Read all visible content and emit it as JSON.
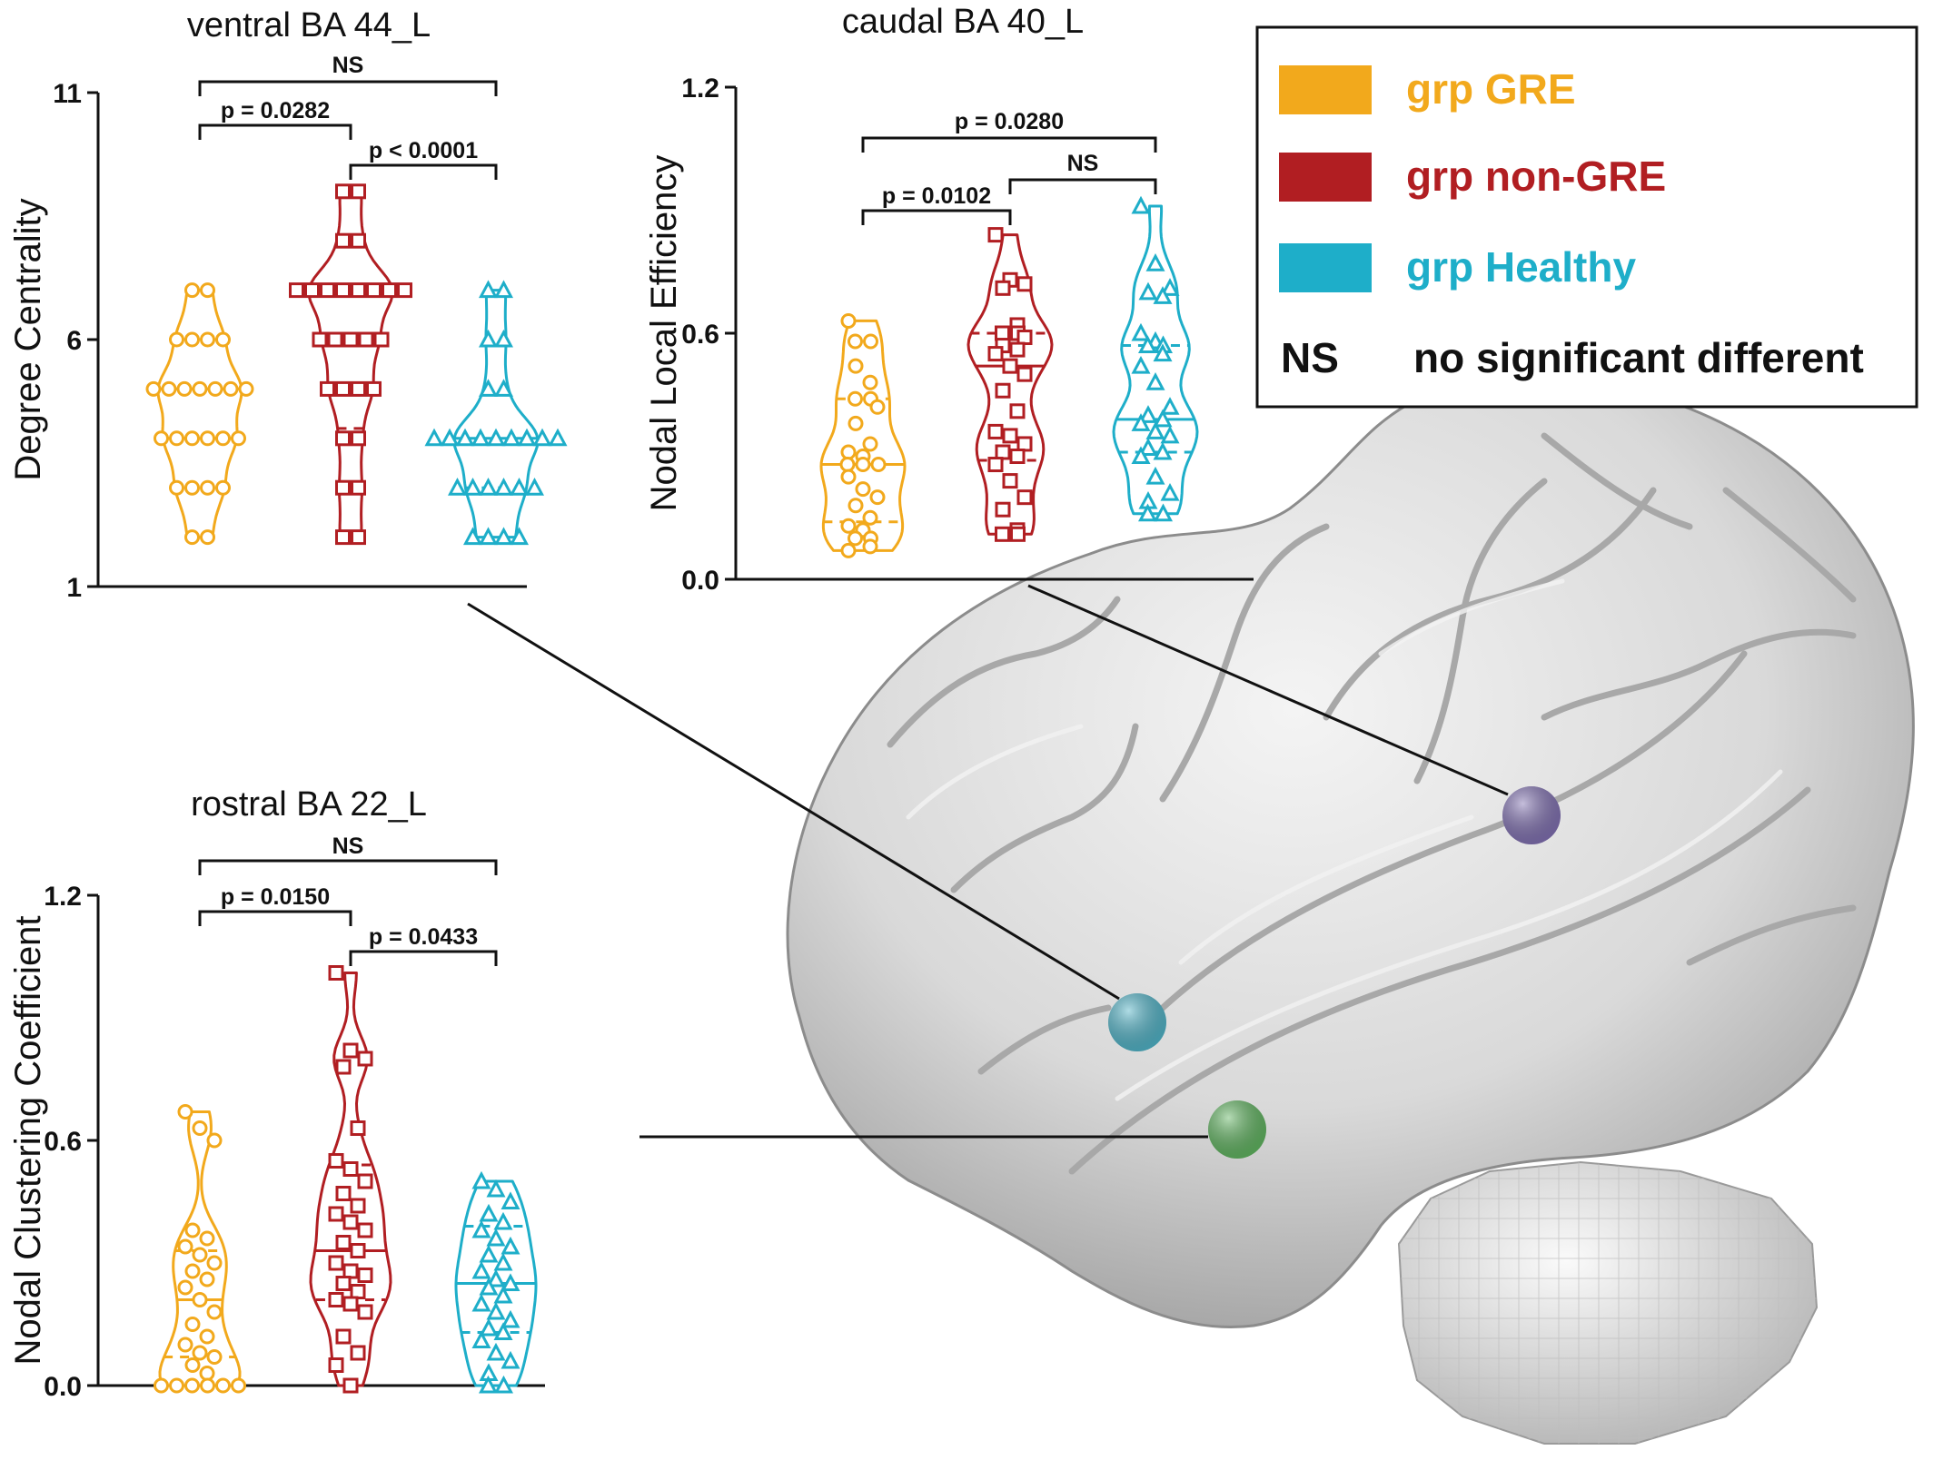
{
  "colors": {
    "grp_gre": "#f2a91c",
    "grp_non_gre": "#b11e22",
    "grp_healthy": "#1eaec9",
    "roi_ventral": "#4fb2c6",
    "roi_caudal": "#7f6fb0",
    "roi_rostral": "#5fb35f"
  },
  "legend": {
    "items": [
      {
        "label": "grp GRE",
        "color": "#f2a91c"
      },
      {
        "label": "grp non-GRE",
        "color": "#b11e22"
      },
      {
        "label": "grp Healthy",
        "color": "#1eaec9"
      }
    ],
    "ns_key": "NS",
    "ns_text": "no significant different"
  },
  "chart_data": [
    {
      "type": "violin",
      "title": "ventral BA 44_L",
      "ylabel": "Degree Centrality",
      "ylim": [
        1,
        11
      ],
      "yticks": [
        "1",
        "6",
        "11"
      ],
      "groups": [
        "grp GRE",
        "grp non-GRE",
        "grp Healthy"
      ],
      "series": [
        {
          "name": "grp GRE",
          "marker": "circle",
          "median": 5,
          "q1": 4,
          "q3": 5,
          "values": [
            7,
            7,
            6,
            6,
            6,
            6,
            5,
            5,
            5,
            5,
            5,
            5,
            5,
            4,
            4,
            4,
            4,
            4,
            4,
            3,
            3,
            3,
            3,
            2,
            2
          ]
        },
        {
          "name": "grp non-GRE",
          "marker": "square",
          "median": 6,
          "q1": 4.2,
          "q3": 7,
          "values": [
            9,
            9,
            8,
            8,
            7,
            7,
            7,
            7,
            7,
            7,
            7,
            7,
            6,
            6,
            6,
            6,
            6,
            5,
            5,
            5,
            5,
            4,
            4,
            3,
            3,
            2,
            2
          ]
        },
        {
          "name": "grp Healthy",
          "marker": "triangle",
          "median": 4,
          "q1": 3,
          "q3": 5,
          "values": [
            7,
            7,
            6,
            6,
            5,
            5,
            4,
            4,
            4,
            4,
            4,
            4,
            4,
            4,
            4,
            3,
            3,
            3,
            3,
            3,
            3,
            2,
            2,
            2,
            2
          ]
        }
      ],
      "comparisons": [
        {
          "label": "NS",
          "from": 0,
          "to": 2
        },
        {
          "label": "p = 0.0282",
          "from": 0,
          "to": 1
        },
        {
          "label": "p < 0.0001",
          "from": 1,
          "to": 2
        }
      ]
    },
    {
      "type": "violin",
      "title": "caudal BA 40_L",
      "ylabel": "Nodal Local Efficiency",
      "ylim": [
        0.0,
        1.2
      ],
      "yticks": [
        "0.0",
        "0.6",
        "1.2"
      ],
      "groups": [
        "grp GRE",
        "grp non-GRE",
        "grp Healthy"
      ],
      "series": [
        {
          "name": "grp GRE",
          "marker": "circle",
          "median": 0.28,
          "q1": 0.14,
          "q3": 0.44,
          "values": [
            0.63,
            0.58,
            0.58,
            0.52,
            0.48,
            0.44,
            0.44,
            0.42,
            0.38,
            0.33,
            0.31,
            0.3,
            0.28,
            0.28,
            0.28,
            0.25,
            0.22,
            0.2,
            0.18,
            0.15,
            0.13,
            0.12,
            0.1,
            0.1,
            0.08,
            0.07
          ]
        },
        {
          "name": "grp non-GRE",
          "marker": "square",
          "median": 0.52,
          "q1": 0.29,
          "q3": 0.6,
          "values": [
            0.84,
            0.73,
            0.72,
            0.71,
            0.62,
            0.6,
            0.6,
            0.59,
            0.57,
            0.56,
            0.55,
            0.52,
            0.5,
            0.46,
            0.41,
            0.36,
            0.35,
            0.33,
            0.31,
            0.3,
            0.28,
            0.24,
            0.2,
            0.17,
            0.12,
            0.11,
            0.11
          ]
        },
        {
          "name": "grp Healthy",
          "marker": "triangle",
          "median": 0.39,
          "q1": 0.31,
          "q3": 0.57,
          "values": [
            0.91,
            0.77,
            0.71,
            0.7,
            0.69,
            0.6,
            0.58,
            0.57,
            0.57,
            0.55,
            0.52,
            0.48,
            0.42,
            0.4,
            0.39,
            0.38,
            0.36,
            0.35,
            0.32,
            0.31,
            0.3,
            0.25,
            0.21,
            0.19,
            0.16,
            0.16
          ]
        }
      ],
      "comparisons": [
        {
          "label": "p = 0.0280",
          "from": 0,
          "to": 2
        },
        {
          "label": "NS",
          "from": 1,
          "to": 2
        },
        {
          "label": "p = 0.0102",
          "from": 0,
          "to": 1
        }
      ]
    },
    {
      "type": "violin",
      "title": "rostral BA 22_L",
      "ylabel": "Nodal Clustering Coefficient",
      "ylim": [
        0.0,
        1.2
      ],
      "yticks": [
        "0.0",
        "0.6",
        "1.2"
      ],
      "groups": [
        "grp GRE",
        "grp non-GRE",
        "grp Healthy"
      ],
      "series": [
        {
          "name": "grp GRE",
          "marker": "circle",
          "median": 0.21,
          "q1": 0.07,
          "q3": 0.33,
          "values": [
            0.67,
            0.63,
            0.6,
            0.38,
            0.36,
            0.34,
            0.32,
            0.3,
            0.28,
            0.26,
            0.24,
            0.21,
            0.18,
            0.15,
            0.12,
            0.1,
            0.08,
            0.07,
            0.05,
            0.03,
            0,
            0,
            0,
            0,
            0,
            0
          ]
        },
        {
          "name": "grp non-GRE",
          "marker": "square",
          "median": 0.33,
          "q1": 0.21,
          "q3": 0.54,
          "values": [
            1.01,
            0.82,
            0.8,
            0.78,
            0.63,
            0.55,
            0.53,
            0.5,
            0.47,
            0.44,
            0.42,
            0.4,
            0.38,
            0.35,
            0.33,
            0.3,
            0.28,
            0.27,
            0.25,
            0.23,
            0.21,
            0.2,
            0.18,
            0.12,
            0.08,
            0.05,
            0
          ]
        },
        {
          "name": "grp Healthy",
          "marker": "triangle",
          "median": 0.25,
          "q1": 0.13,
          "q3": 0.39,
          "values": [
            0.5,
            0.48,
            0.45,
            0.42,
            0.4,
            0.38,
            0.36,
            0.34,
            0.32,
            0.3,
            0.28,
            0.26,
            0.25,
            0.24,
            0.22,
            0.2,
            0.18,
            0.16,
            0.14,
            0.13,
            0.11,
            0.08,
            0.06,
            0.03,
            0,
            0
          ]
        }
      ],
      "comparisons": [
        {
          "label": "NS",
          "from": 0,
          "to": 2
        },
        {
          "label": "p = 0.0150",
          "from": 0,
          "to": 1
        },
        {
          "label": "p = 0.0433",
          "from": 1,
          "to": 2
        }
      ]
    }
  ]
}
